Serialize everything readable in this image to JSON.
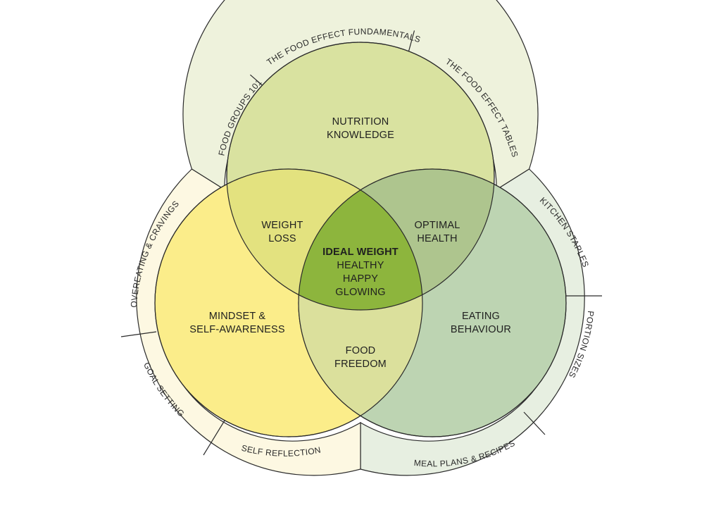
{
  "colors": {
    "nutrition_fill": "#d9e2a0",
    "mindset_fill": "#fbed8a",
    "eating_fill": "#bdd4b2",
    "weight_loss_fill": "#e3e27f",
    "optimal_health_fill": "#aec58e",
    "food_freedom_fill": "#dbe09c",
    "center_fill": "#8db53d",
    "ring_top_fill": "#eef2dc",
    "ring_left_fill": "#fdf8e2",
    "ring_right_fill": "#e7efe1",
    "stroke": "#2b2b2b"
  },
  "circles": {
    "nutrition": {
      "line1": "NUTRITION",
      "line2": "KNOWLEDGE"
    },
    "mindset": {
      "line1": "MINDSET &",
      "line2": "SELF-AWARENESS"
    },
    "eating": {
      "line1": "EATING",
      "line2": "BEHAVIOUR"
    }
  },
  "overlaps": {
    "weight_loss": {
      "line1": "WEIGHT",
      "line2": "LOSS"
    },
    "optimal_health": {
      "line1": "OPTIMAL",
      "line2": "HEALTH"
    },
    "food_freedom": {
      "line1": "FOOD",
      "line2": "FREEDOM"
    }
  },
  "center": {
    "title": "IDEAL WEIGHT",
    "line1": "HEALTHY",
    "line2": "HAPPY",
    "line3": "GLOWING"
  },
  "ring": {
    "top": [
      "FOOD GROUPS 101",
      "THE FOOD EFFECT FUNDAMENTALS",
      "THE FOOD EFFECT TABLES"
    ],
    "right": [
      "KITCHEN STAPLES",
      "PORTION SIZES",
      "MEAL PLANS & RECIPES"
    ],
    "left": [
      "OVEREATING & CRAVINGS",
      "GOAL SETTING",
      "SELF REFLECTION"
    ]
  }
}
